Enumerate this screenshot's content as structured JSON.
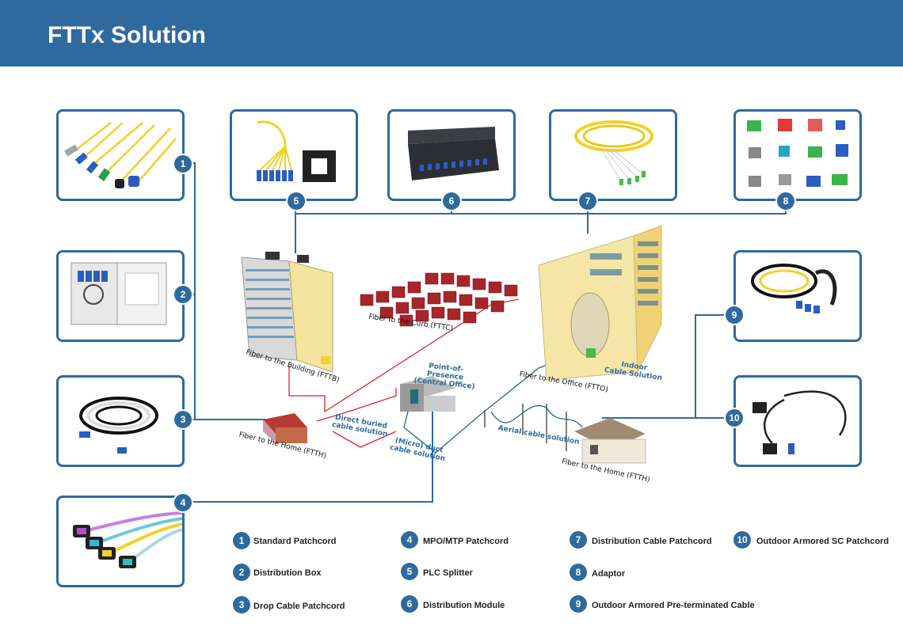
{
  "header": {
    "title": "FTTx Solution"
  },
  "products": [
    {
      "num": "1",
      "label": "Standard Patchcord"
    },
    {
      "num": "2",
      "label": "Distribution Box"
    },
    {
      "num": "3",
      "label": "Drop Cable Patchcord"
    },
    {
      "num": "4",
      "label": "MPO/MTP Patchcord"
    },
    {
      "num": "5",
      "label": "PLC Splitter"
    },
    {
      "num": "6",
      "label": "Distribution Module"
    },
    {
      "num": "7",
      "label": "Distribution Cable Patchcord"
    },
    {
      "num": "8",
      "label": "Adaptor"
    },
    {
      "num": "9",
      "label": "Outdoor Armored Pre-terminated Cable"
    },
    {
      "num": "10",
      "label": "Outdoor Armored SC Patchcord"
    }
  ],
  "map_labels": {
    "fttb": "Fiber to the Building (FTTB)",
    "fttc": "Fiber to the Curb (FTTC)",
    "ftth_left": "Fiber to the Home (FTTH)",
    "ftth_right": "Fiber to the Home (FTTH)",
    "ftto": "Fiber to the Office (FTTO)",
    "pop_line1": "Point-of-Presence",
    "pop_line2": "(Central Office)",
    "buried_line1": "Direct buried",
    "buried_line2": "cable solution",
    "duct_line1": "(Micro) duct",
    "duct_line2": "cable solution",
    "aerial": "Aerial cable solution",
    "indoor_line1": "Indoor",
    "indoor_line2": "Cable Solution"
  },
  "colors": {
    "brand": "#2e6a9e",
    "fiber_red": "#d9252b",
    "fiber_teal": "#1f6e7a",
    "patch_yellow": "#f2d12a"
  }
}
